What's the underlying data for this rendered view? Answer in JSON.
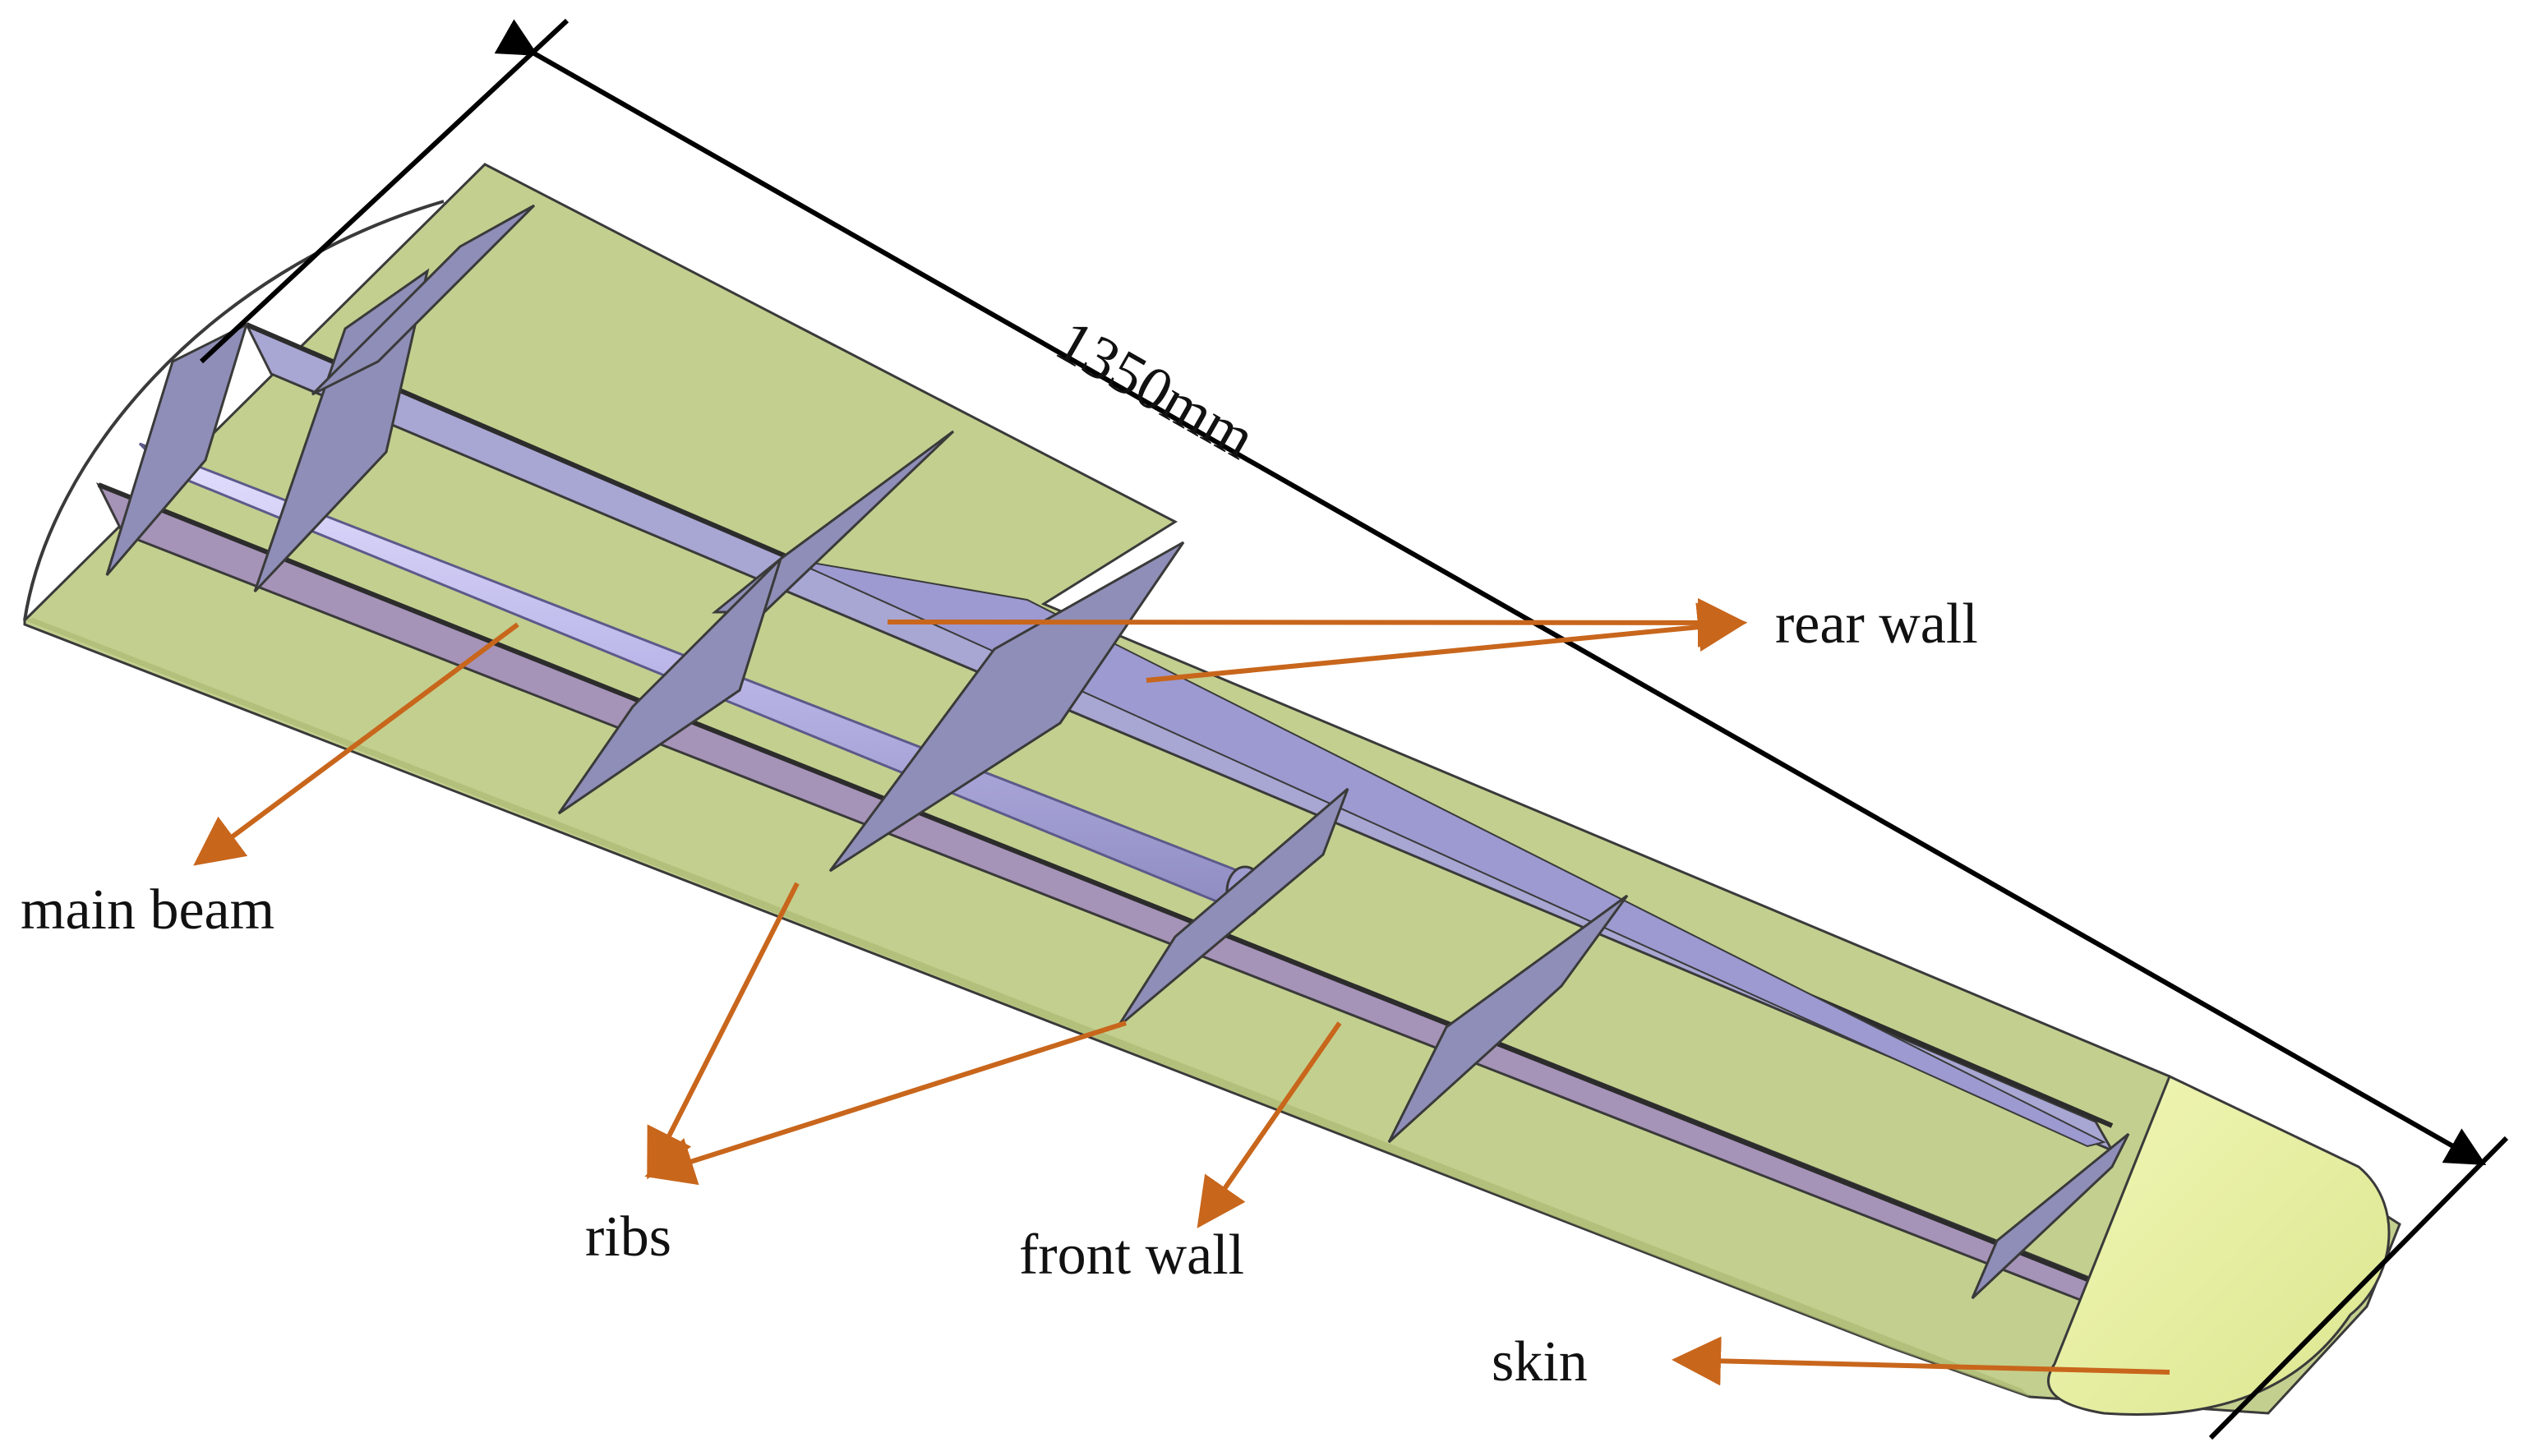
{
  "dimension": {
    "label": "1350mm"
  },
  "labels": {
    "rear_wall": "rear wall",
    "main_beam": "main beam",
    "ribs": "ribs",
    "front_wall": "front wall",
    "skin": "skin"
  },
  "colors": {
    "skin": "#c3cf8e",
    "skin_shadow": "#a8b66e",
    "wing_tip": "#e7ef9e",
    "spar_wall": "#a8a6d2",
    "front_wall": "#a693b8",
    "rib": "#8e8eb8",
    "beam": "#b7b4e6",
    "beam_highlight": "#ded9ff",
    "arrow": "#c8661c",
    "outline": "#3a3a3a",
    "dimension_line": "#000000"
  }
}
